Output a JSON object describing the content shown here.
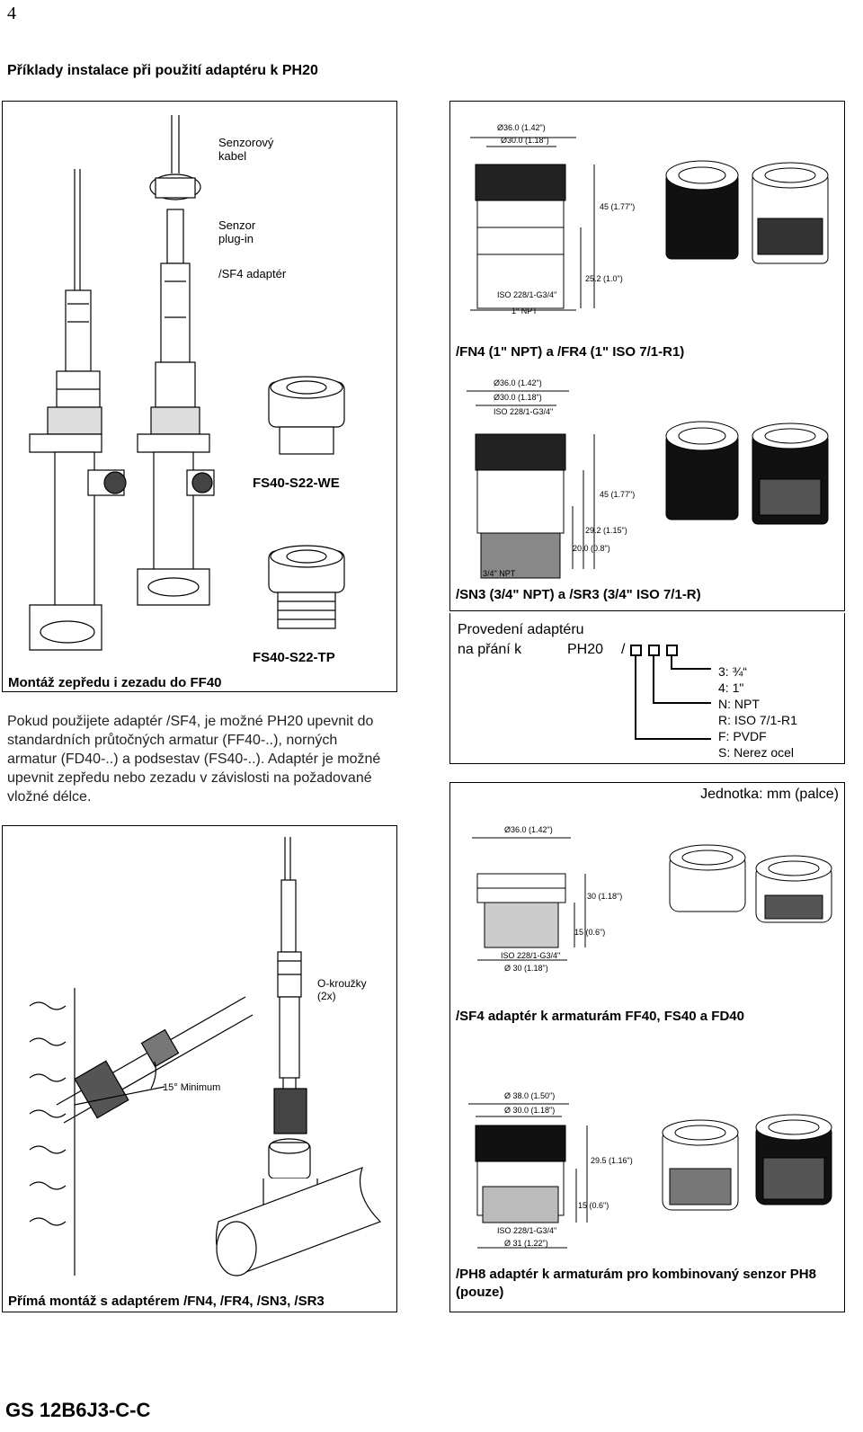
{
  "page_number": "4",
  "section_title": "Příklady instalace při použití adaptéru k PH20",
  "left_top": {
    "labels": {
      "sensor_cable": "Senzorový\nkabel",
      "sensor_plugin": "Senzor\nplug-in",
      "sf4_adapter": "/SF4 adaptér"
    },
    "part_we": "FS40-S22-WE",
    "part_tp": "FS40-S22-TP",
    "caption": "Montáž zepředu i zezadu do FF40"
  },
  "paragraph": "Pokud použijete adaptér /SF4, je možné PH20 upevnit do standardních průtočných armatur (FF40-..), norných armatur (FD40-..) a podsestav (FS40-..). Adaptér je možné upevnit zepředu nebo zezadu v závislosti na požadované vložné délce.",
  "fn4": {
    "caption": "/FN4 (1\" NPT) a /FR4 (1\" ISO 7/1-R1)",
    "dims": [
      "Ø36.0 (1.42\")",
      "Ø30.0 (1.18\")",
      "ISO 228/1-G3/4\"",
      "1\" NPT",
      "45 (1.77\")",
      "25.2 (1.0\")"
    ]
  },
  "sn3": {
    "caption": "/SN3 (3/4\" NPT) a /SR3 (3/4\" ISO 7/1-R)",
    "dims": [
      "Ø36.0 (1.42\")",
      "Ø30.0 (1.18\")",
      "ISO 228/1-G3/4\"",
      "3/4\" NPT",
      "45 (1.77\")",
      "29.2 (1.15\")",
      "20.0 (0.8\")"
    ]
  },
  "options": {
    "heading_line1": "Provedení adaptéru",
    "heading_line2": "na přání k",
    "model": "PH20",
    "code": "/",
    "items": [
      "3: ¾“",
      "4: 1\"",
      "N: NPT",
      "R: ISO 7/1-R1",
      "F: PVDF",
      "S: Nerez ocel"
    ]
  },
  "units": "Jednotka: mm (palce)",
  "direct": {
    "oring": "O-kroužky\n(2x)",
    "angle": "15° Minimum",
    "caption": "Přímá montáž s adaptérem /FN4, /FR4, /SN3, /SR3"
  },
  "sf4": {
    "caption": "/SF4 adaptér k armaturám FF40, FS40 a FD40",
    "dims": [
      "Ø36.0 (1.42\")",
      "ISO 228/1-G3/4\"",
      "Ø 30 (1.18\")",
      "15 (0.6\")",
      "30 (1.18\")"
    ]
  },
  "ph8": {
    "caption": "/PH8 adaptér k armaturám pro kombinovaný senzor PH8 (pouze)",
    "dims": [
      "Ø 38.0 (1.50\")",
      "Ø 30.0 (1.18\")",
      "ISO 228/1-G3/4\"",
      "Ø 31 (1.22\")",
      "29.5 (1.16\")",
      "15 (0.6\")"
    ]
  },
  "footer": "GS 12B6J3-C-C"
}
